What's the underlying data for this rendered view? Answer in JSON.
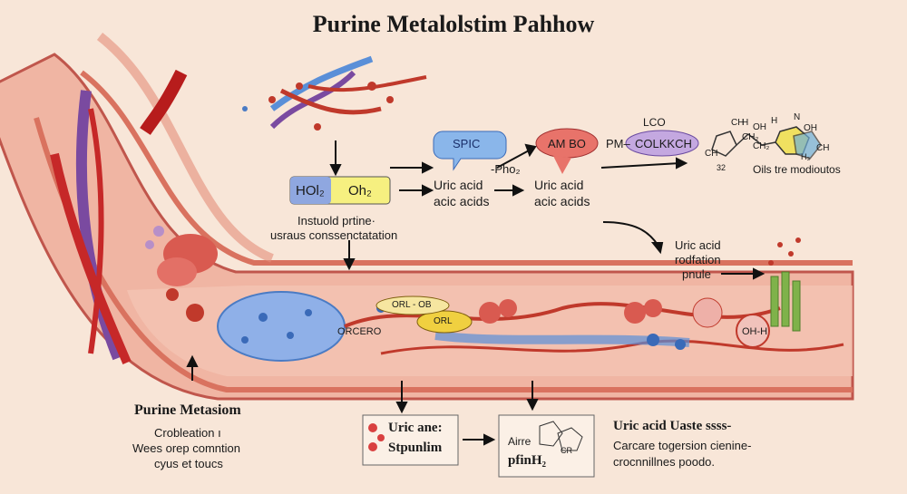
{
  "title": "Purine Metalolstim Pahhow",
  "hol_box": {
    "left": "HOl₂",
    "right": "Oh₂"
  },
  "instuold": {
    "line1": "Instuold prtine·",
    "line2": "usraus conssenctatation"
  },
  "spic_bubble": "SPIC",
  "ambo_bubble": "AM BO",
  "pho_label": "-Pho₂",
  "col_bubble": "COLKKCH",
  "pm_label": "PM–",
  "uric_acid_1": {
    "line1": "Uric acid",
    "line2": "acic acids"
  },
  "uric_acid_2": {
    "line1": "Uric acid",
    "line2": "acic acids"
  },
  "lco_label": "LCO",
  "molecule_labels": [
    "CH",
    "H",
    "OH",
    "CH",
    "H",
    "N",
    "CH",
    "32",
    "CH₂",
    "CH₂",
    "OH",
    "H₃"
  ],
  "oils_label": "Oils tre modioutos",
  "uric_oxidation": {
    "line1": "Uric acid",
    "line2": "rodfation",
    "line3": "pnule"
  },
  "orl_tags": [
    "ORL - OB",
    "ORL"
  ],
  "orcero_label": "ORCERO",
  "oh_label": "OH-H",
  "purine_metasiom": {
    "title": "Purine Metasiom",
    "line1": "Crobleation ı",
    "line2": "Wees orep comntion",
    "line3": "cyus et toucs"
  },
  "box_left": {
    "line1": "Uric ane:",
    "line2": "Stpunlim"
  },
  "box_mid": {
    "line1": "Airre",
    "line2": "pfinH₂",
    "tag": "CR"
  },
  "uric_right": {
    "title": "Uric acid Uaste ssss-",
    "line1": "Carcare togersion cienine-",
    "line2": "crocnnillnes poodo."
  }
}
